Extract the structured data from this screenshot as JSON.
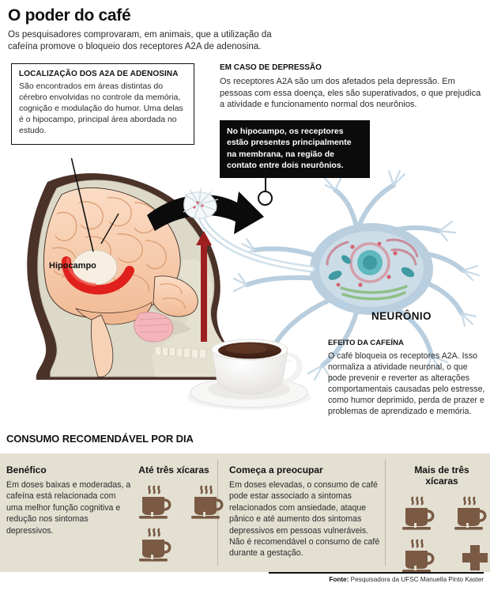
{
  "header": {
    "title": "O poder do café",
    "subtitle": "Os pesquisadores comprovaram, em animais, que a utilização da cafeína promove o bloqueio dos receptores A2A de adenosina."
  },
  "localizacao": {
    "heading": "LOCALIZAÇÃO DOS A2A DE ADENOSINA",
    "body": "São encontrados em áreas distintas do cérebro envolvidas no controle da memória, cognição e modulação do humor. Uma delas é o hipocampo, principal área abordada no estudo."
  },
  "depressao": {
    "heading": "EM CASO DE DEPRESSÃO",
    "body": "Os receptores A2A são um dos afetados pela depressão. Em pessoas com essa doença, eles são superativados, o que prejudica a atividade e funcionamento normal dos neurônios.",
    "callout": "No hipocampo, os receptores estão presentes principalmente na membrana, na região de contato entre dois neurônios."
  },
  "labels": {
    "hipocampo": "Hipocampo",
    "neuronio": "NEURÔNIO"
  },
  "cafeina": {
    "heading": "EFEITO DA CAFEÍNA",
    "body": "O café bloqueia os receptores A2A. Isso normaliza a atividade neuronal, o que pode prevenir e reverter as alterações comportamentais causadas pelo estresse, como humor deprimido, perda de prazer e problemas de aprendizado e memória."
  },
  "consumo": {
    "title": "CONSUMO RECOMENDÁVEL POR DIA",
    "columns": [
      {
        "heading": "Benéfico",
        "body": "Em doses baixas e moderadas, a cafeína está relacionada com uma melhor função cognitiva e redução nos sintomas depressivos."
      },
      {
        "heading": "Até três xícaras",
        "cups": 3,
        "plus": false
      },
      {
        "heading": "Começa a preocupar",
        "body": "Em doses elevadas, o consumo de café pode estar associado a sintomas relacionados com ansiedade, ataque pânico e até aumento dos sintomas depressivos em pessoas vulneráveis. Não é recomendável o consumo de café durante a gestação."
      },
      {
        "heading": "Mais de três xícaras",
        "cups": 3,
        "plus": true
      }
    ]
  },
  "footer": {
    "label": "Fonte:",
    "text": " Pesquisadora da UFSC Manuella Pinto Kaster"
  },
  "colors": {
    "panel_bg": "#e3e0d2",
    "cup_brown": "#7a5a44",
    "hippocampus_red": "#e0201c",
    "arrow_red": "#9e1f20",
    "brain_peach": "#f6cdb0",
    "skull_beige": "#ddd9c8",
    "head_silhouette": "#4a3228",
    "neuron_blue": "#b9cede",
    "black": "#0b0b0b"
  }
}
